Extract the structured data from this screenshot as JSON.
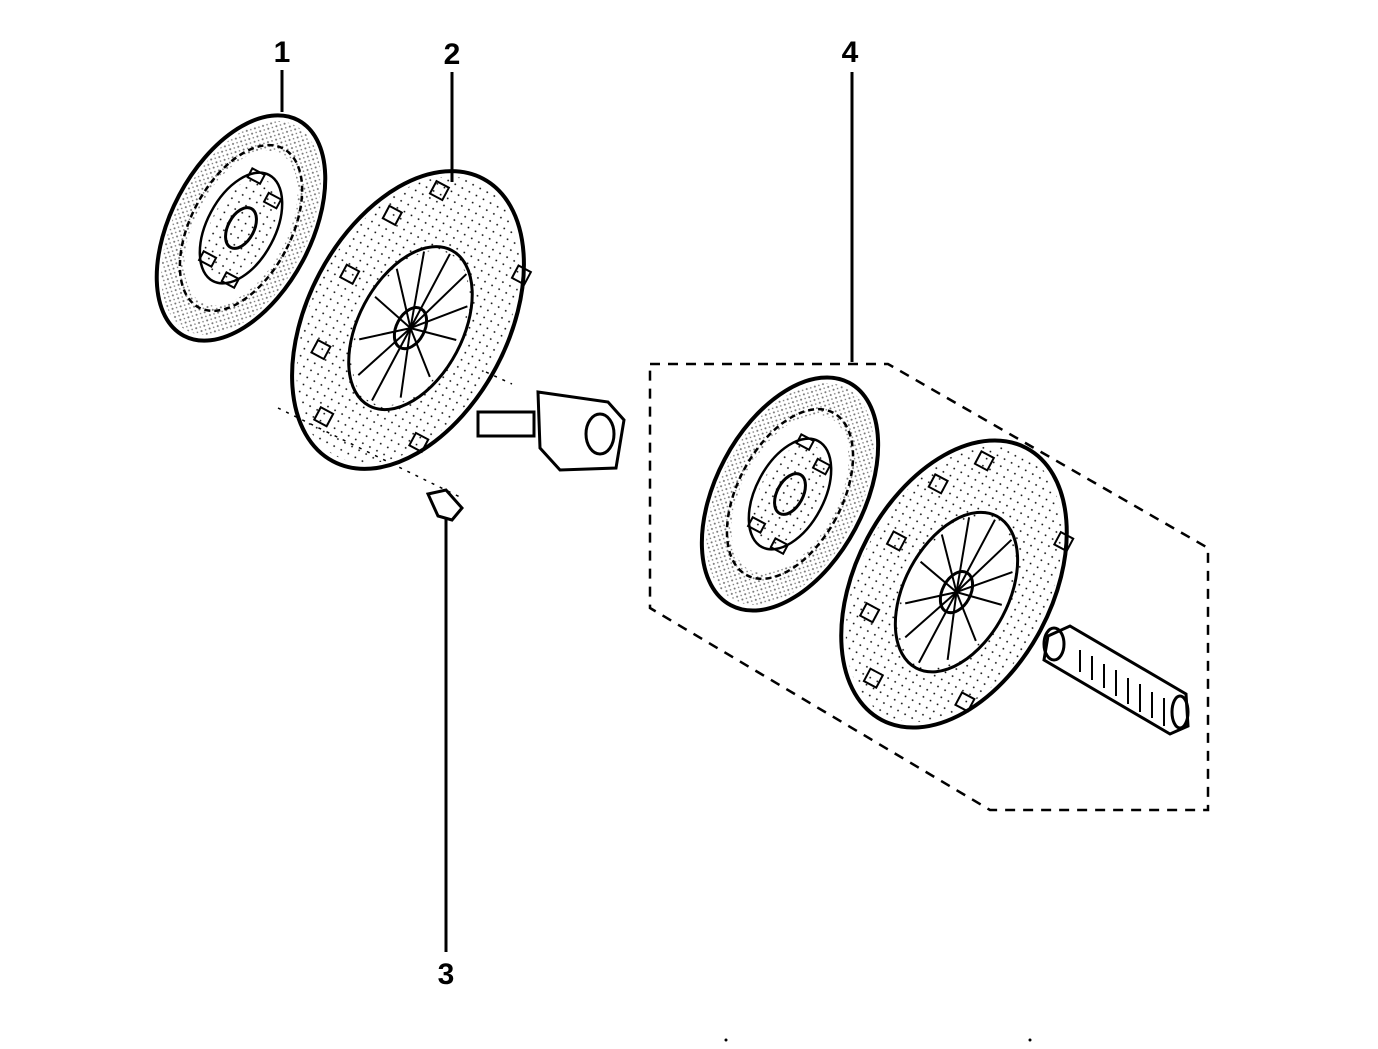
{
  "diagram": {
    "callouts": [
      {
        "id": "1",
        "label": "1"
      },
      {
        "id": "2",
        "label": "2"
      },
      {
        "id": "3",
        "label": "3"
      },
      {
        "id": "4",
        "label": "4"
      }
    ],
    "parts": [
      {
        "callout": "1",
        "icon": "clutch-disc-icon"
      },
      {
        "callout": "2",
        "icon": "pressure-plate-icon"
      },
      {
        "callout": "3",
        "icon": "release-bearing-icon"
      },
      {
        "callout": "4",
        "icon": "clutch-kit-icon"
      }
    ],
    "colors": {
      "ink": "#000000",
      "background": "#ffffff"
    }
  }
}
